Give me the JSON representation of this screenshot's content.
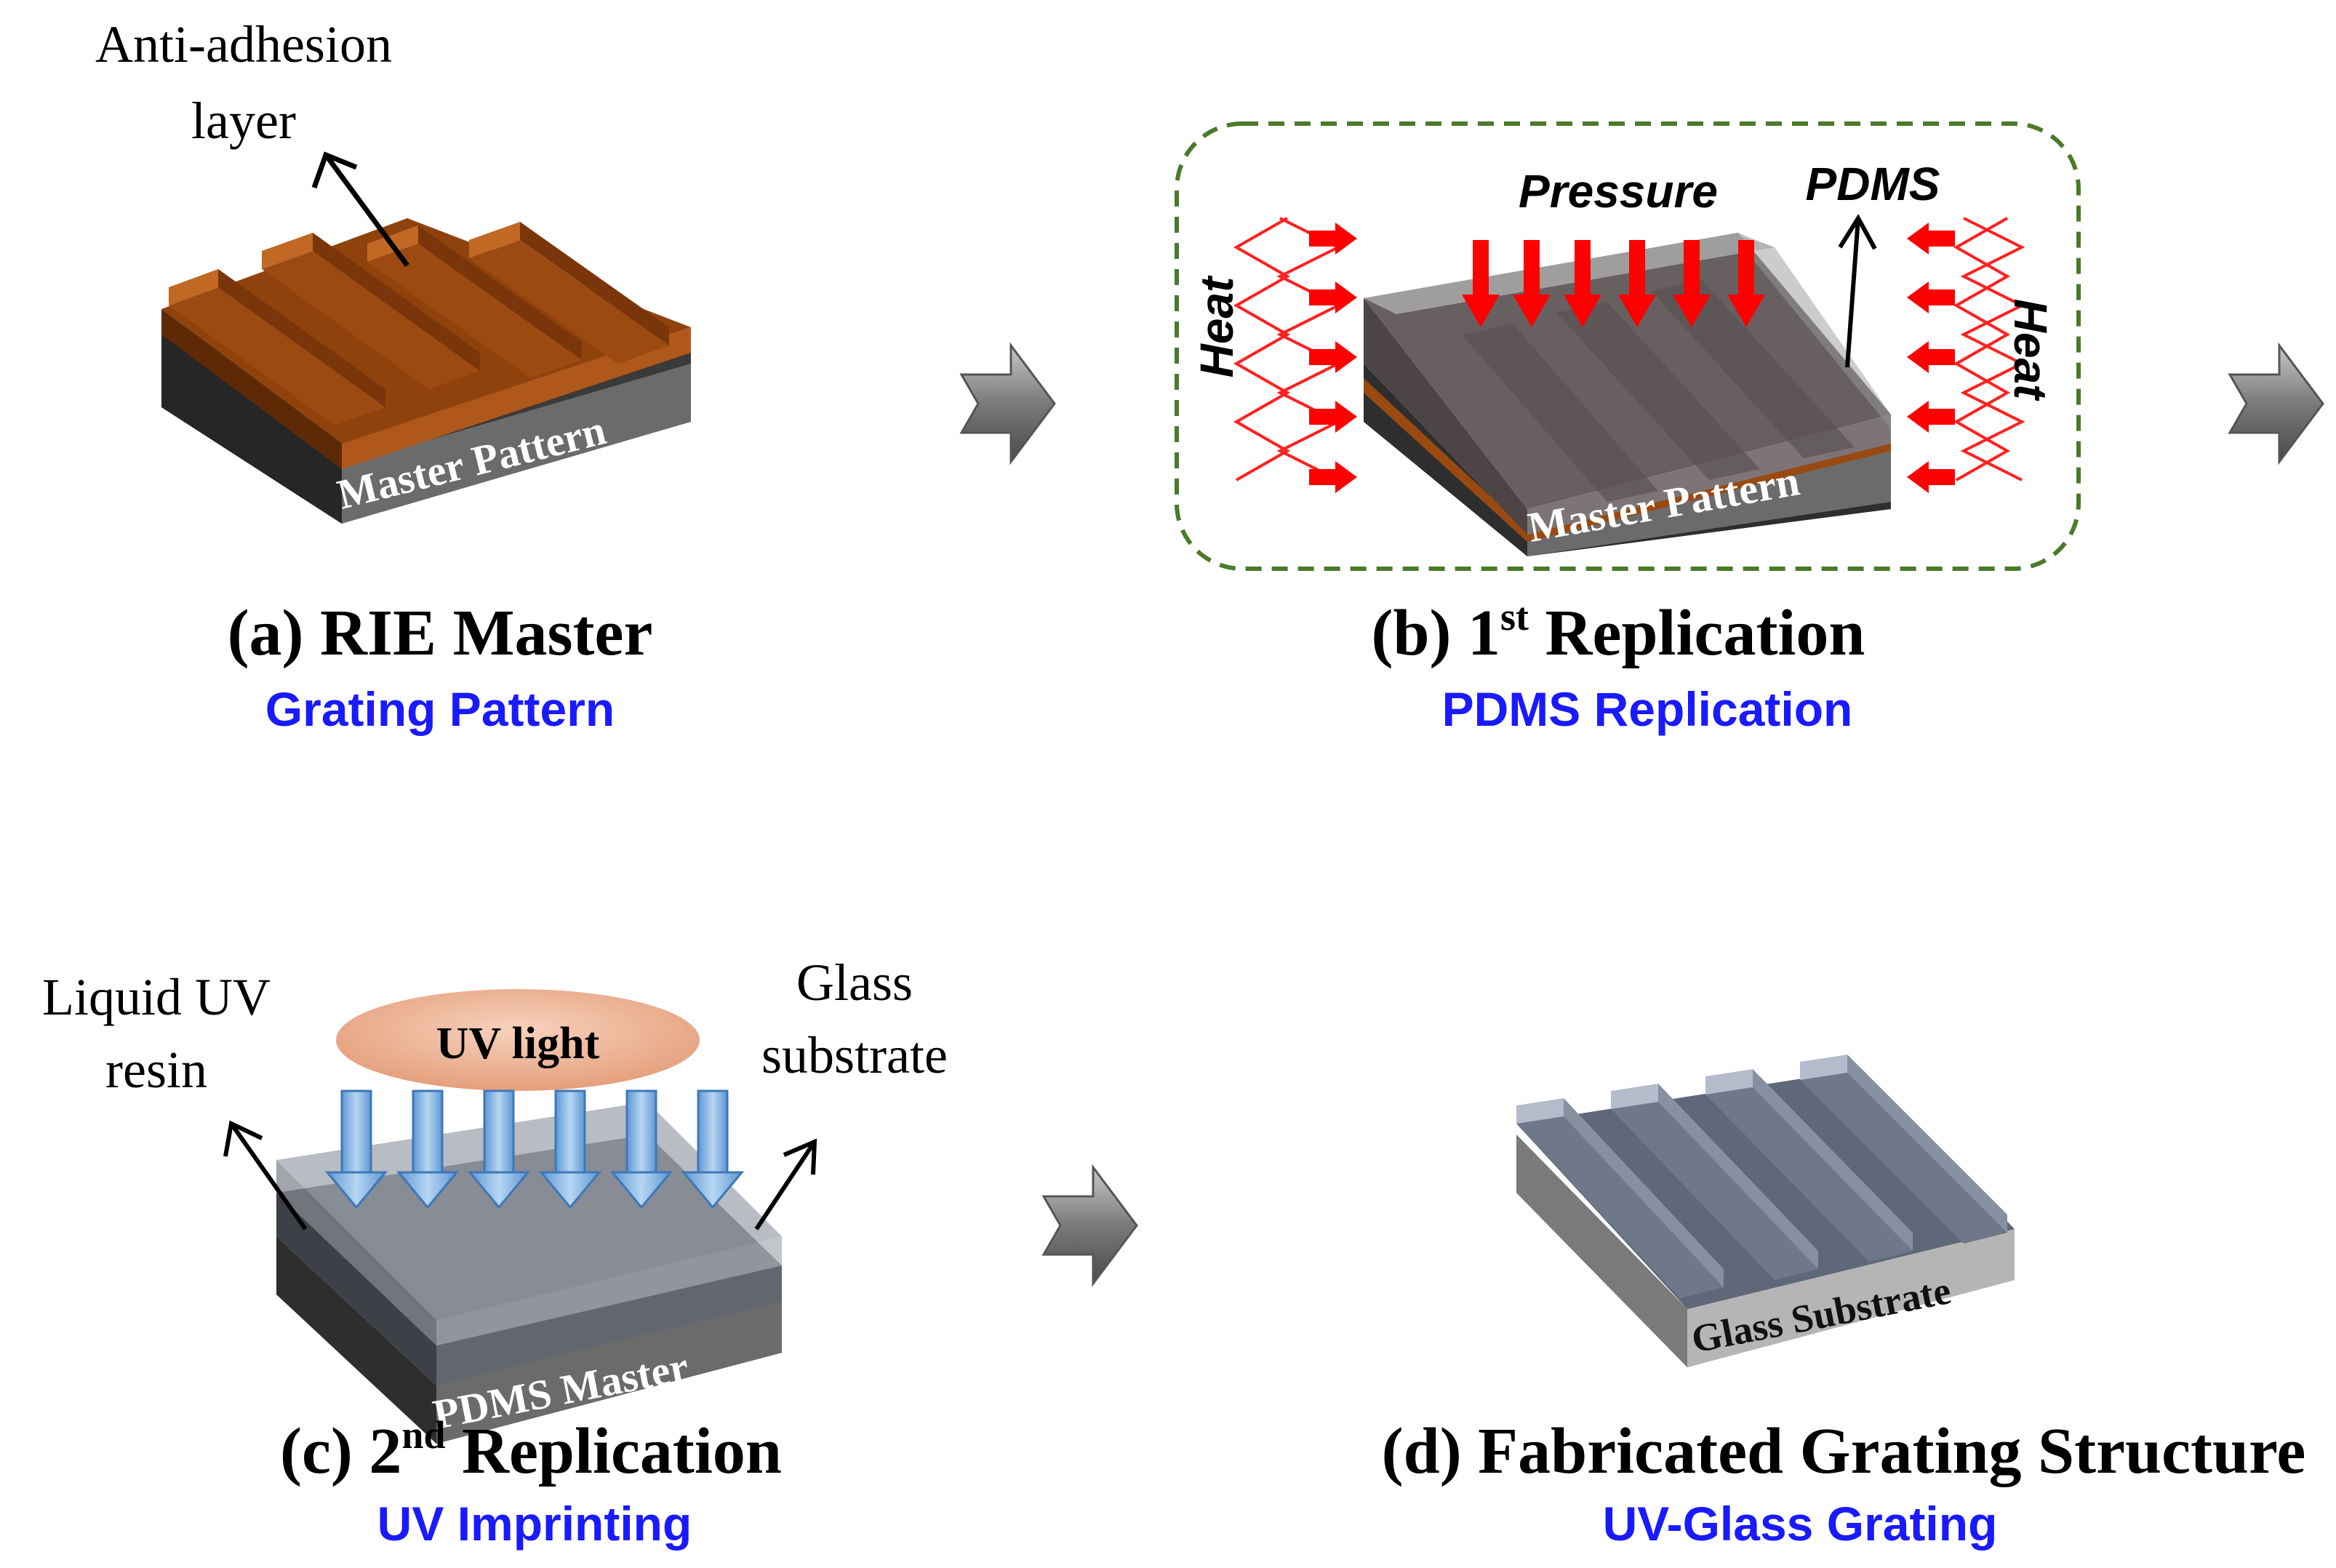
{
  "panels": {
    "a": {
      "title": "(a) RIE Master",
      "subtitle": "Grating Pattern",
      "annotation_line1": "Anti-adhesion",
      "annotation_line2": "layer",
      "base_label": "Master Pattern"
    },
    "b": {
      "title_prefix": "(b) 1",
      "title_sup": "st",
      "title_suffix": " Replication",
      "subtitle": "PDMS Replication",
      "pressure_label": "Pressure",
      "pdms_label": "PDMS",
      "heat_left_label": "Heat",
      "heat_right_label": "Heat",
      "base_label": "Master Pattern"
    },
    "c": {
      "title_prefix": "(c) 2",
      "title_sup": "nd",
      "title_suffix": " Replication",
      "subtitle": "UV Imprinting",
      "uv_light_label": "UV light",
      "resin_line1": "Liquid UV",
      "resin_line2": "resin",
      "glass_line1": "Glass",
      "glass_line2": "substrate",
      "base_label": "PDMS Master"
    },
    "d": {
      "title": "(d) Fabricated Grating Structure",
      "subtitle": "UV-Glass Grating",
      "base_label": "Glass Substrate"
    }
  },
  "colors": {
    "title_text": "#000000",
    "subtitle_text": "#1a1aff",
    "master_copper": "#9a4a10",
    "master_copper_top": "#b8601e",
    "base_dark": "#3a3a3a",
    "base_front": "#6b6b6b",
    "pdms_gray": "#707070",
    "glass_blue_gray": "#8a93a6",
    "heat_red": "#ff2020",
    "arrow_red": "#ff0000",
    "uv_arrow_blue": "#7fb2e5",
    "uv_light_fill": "#f0b89a",
    "dashed_box_green": "#4a7a2a",
    "flow_arrow_gray": "#8a8a8a"
  },
  "icons": {
    "flow_arrow": "right-chevron-arrow-icon",
    "heat": "zigzag-heat-icon",
    "pressure": "down-arrow-icon",
    "uv": "down-arrow-icon"
  }
}
